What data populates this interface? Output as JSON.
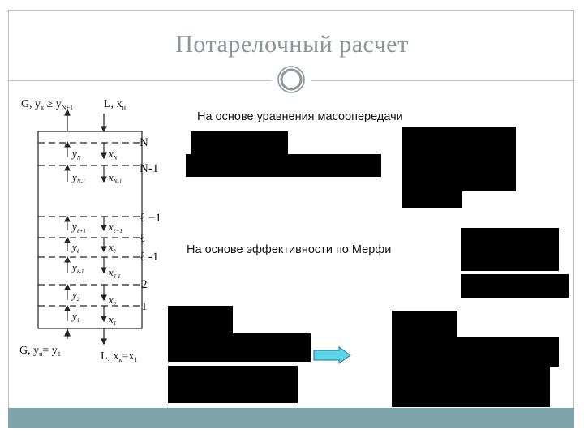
{
  "slide": {
    "title": "Потарелочный расчет",
    "label_mass_transfer": "На основе уравнения масоопередачи",
    "label_murphy": "На основе эффективности по Мерфи"
  },
  "column_diagram": {
    "top_left": "G, y",
    "top_left_sub": "к",
    "top_left_rel": "≥ y",
    "top_left_rel_sub": "N+1",
    "top_right": "L, x",
    "top_right_sub": "н",
    "bottom_left": "G, y",
    "bottom_left_sub": "н",
    "bottom_left_eq": "= y",
    "bottom_left_eq_sub": "1",
    "bottom_right": "L, x",
    "bottom_right_sub": "к",
    "bottom_right_eq": "=x",
    "bottom_right_eq_sub": "1",
    "stage_labels": [
      "N",
      "N-1",
      "ℓ −1",
      "ℓ",
      "ℓ -1",
      "2",
      "1"
    ],
    "stages": [
      {
        "y": "y",
        "y_sub": "N",
        "x": "x",
        "x_sub": "N"
      },
      {
        "y": "y",
        "y_sub": "N-1",
        "x": "x",
        "x_sub": "N-1"
      },
      {
        "y": "y",
        "y_sub": "ℓ+1",
        "x": "x",
        "x_sub": "ℓ+1"
      },
      {
        "y": "y",
        "y_sub": "ℓ",
        "x": "x",
        "x_sub": "ℓ"
      },
      {
        "y": "y",
        "y_sub": "ℓ-1",
        "x": "x",
        "x_sub": "ℓ-1"
      },
      {
        "y": "y",
        "y_sub": "2",
        "x": "x",
        "x_sub": "2"
      },
      {
        "y": "y",
        "y_sub": "1",
        "x": "x",
        "x_sub": "1"
      }
    ]
  },
  "colors": {
    "frame": "#b9c3c6",
    "title": "#8a969a",
    "bottom_bar": "#7fa3aa",
    "arrow_fill": "#5bd6e6"
  }
}
